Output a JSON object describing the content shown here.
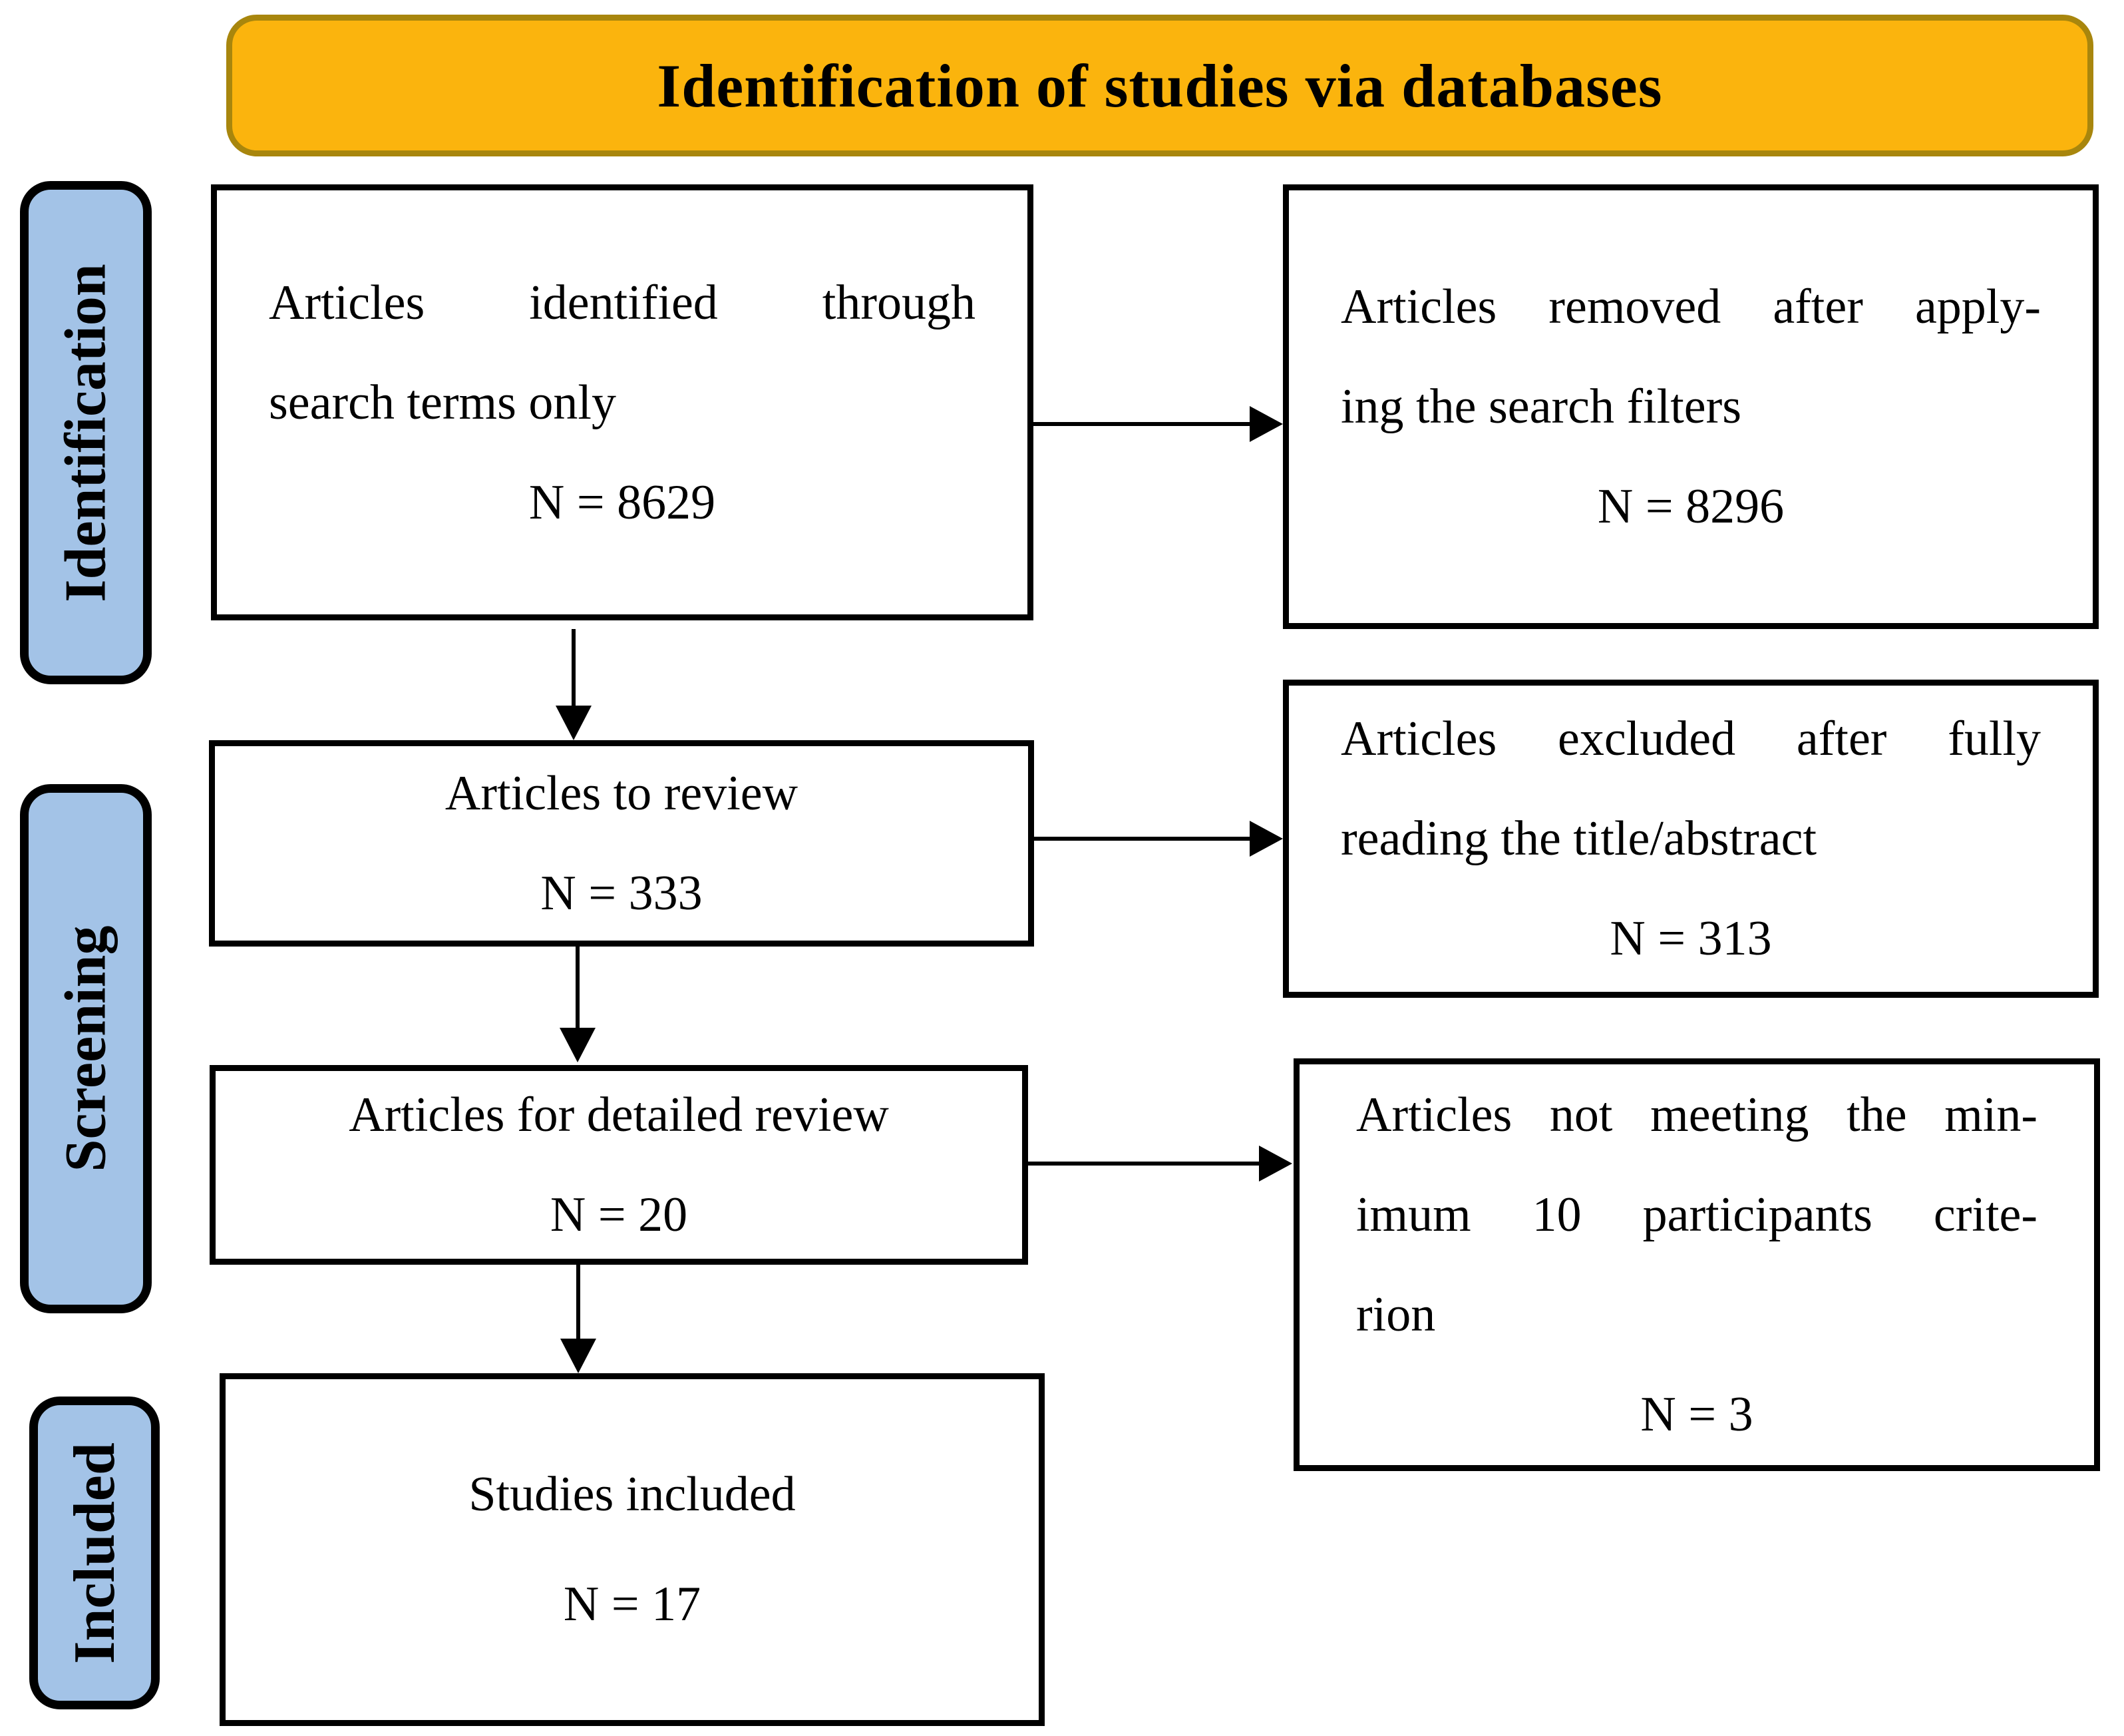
{
  "banner": {
    "title": "Identification of studies via databases"
  },
  "stages": {
    "identification": "Identification",
    "screening": "Screening",
    "included": "Included"
  },
  "boxes": {
    "identified": {
      "line1": "Articles identified through",
      "line2": "search terms only",
      "count": "N = 8629"
    },
    "removed": {
      "line1": "Articles removed after apply-",
      "line2": "ing the search filters",
      "count": "N = 8296"
    },
    "to_review": {
      "line1": "Articles to review",
      "count": "N = 333"
    },
    "excluded": {
      "line1": "Articles excluded after fully",
      "line2": "reading the title/abstract",
      "count": "N = 313"
    },
    "detailed_review": {
      "line1": "Articles for detailed review",
      "count": "N = 20"
    },
    "not_meeting": {
      "line1": "Articles not meeting the min-",
      "line2": "imum 10 participants crite-",
      "line3": "rion",
      "count": "N = 3"
    },
    "included_studies": {
      "line1": "Studies included",
      "count": "N = 17"
    }
  },
  "colors": {
    "banner_fill": "#FBB40D",
    "banner_border": "#A8860D",
    "stage_fill": "#A3C3E7",
    "arrow": "#000000"
  }
}
